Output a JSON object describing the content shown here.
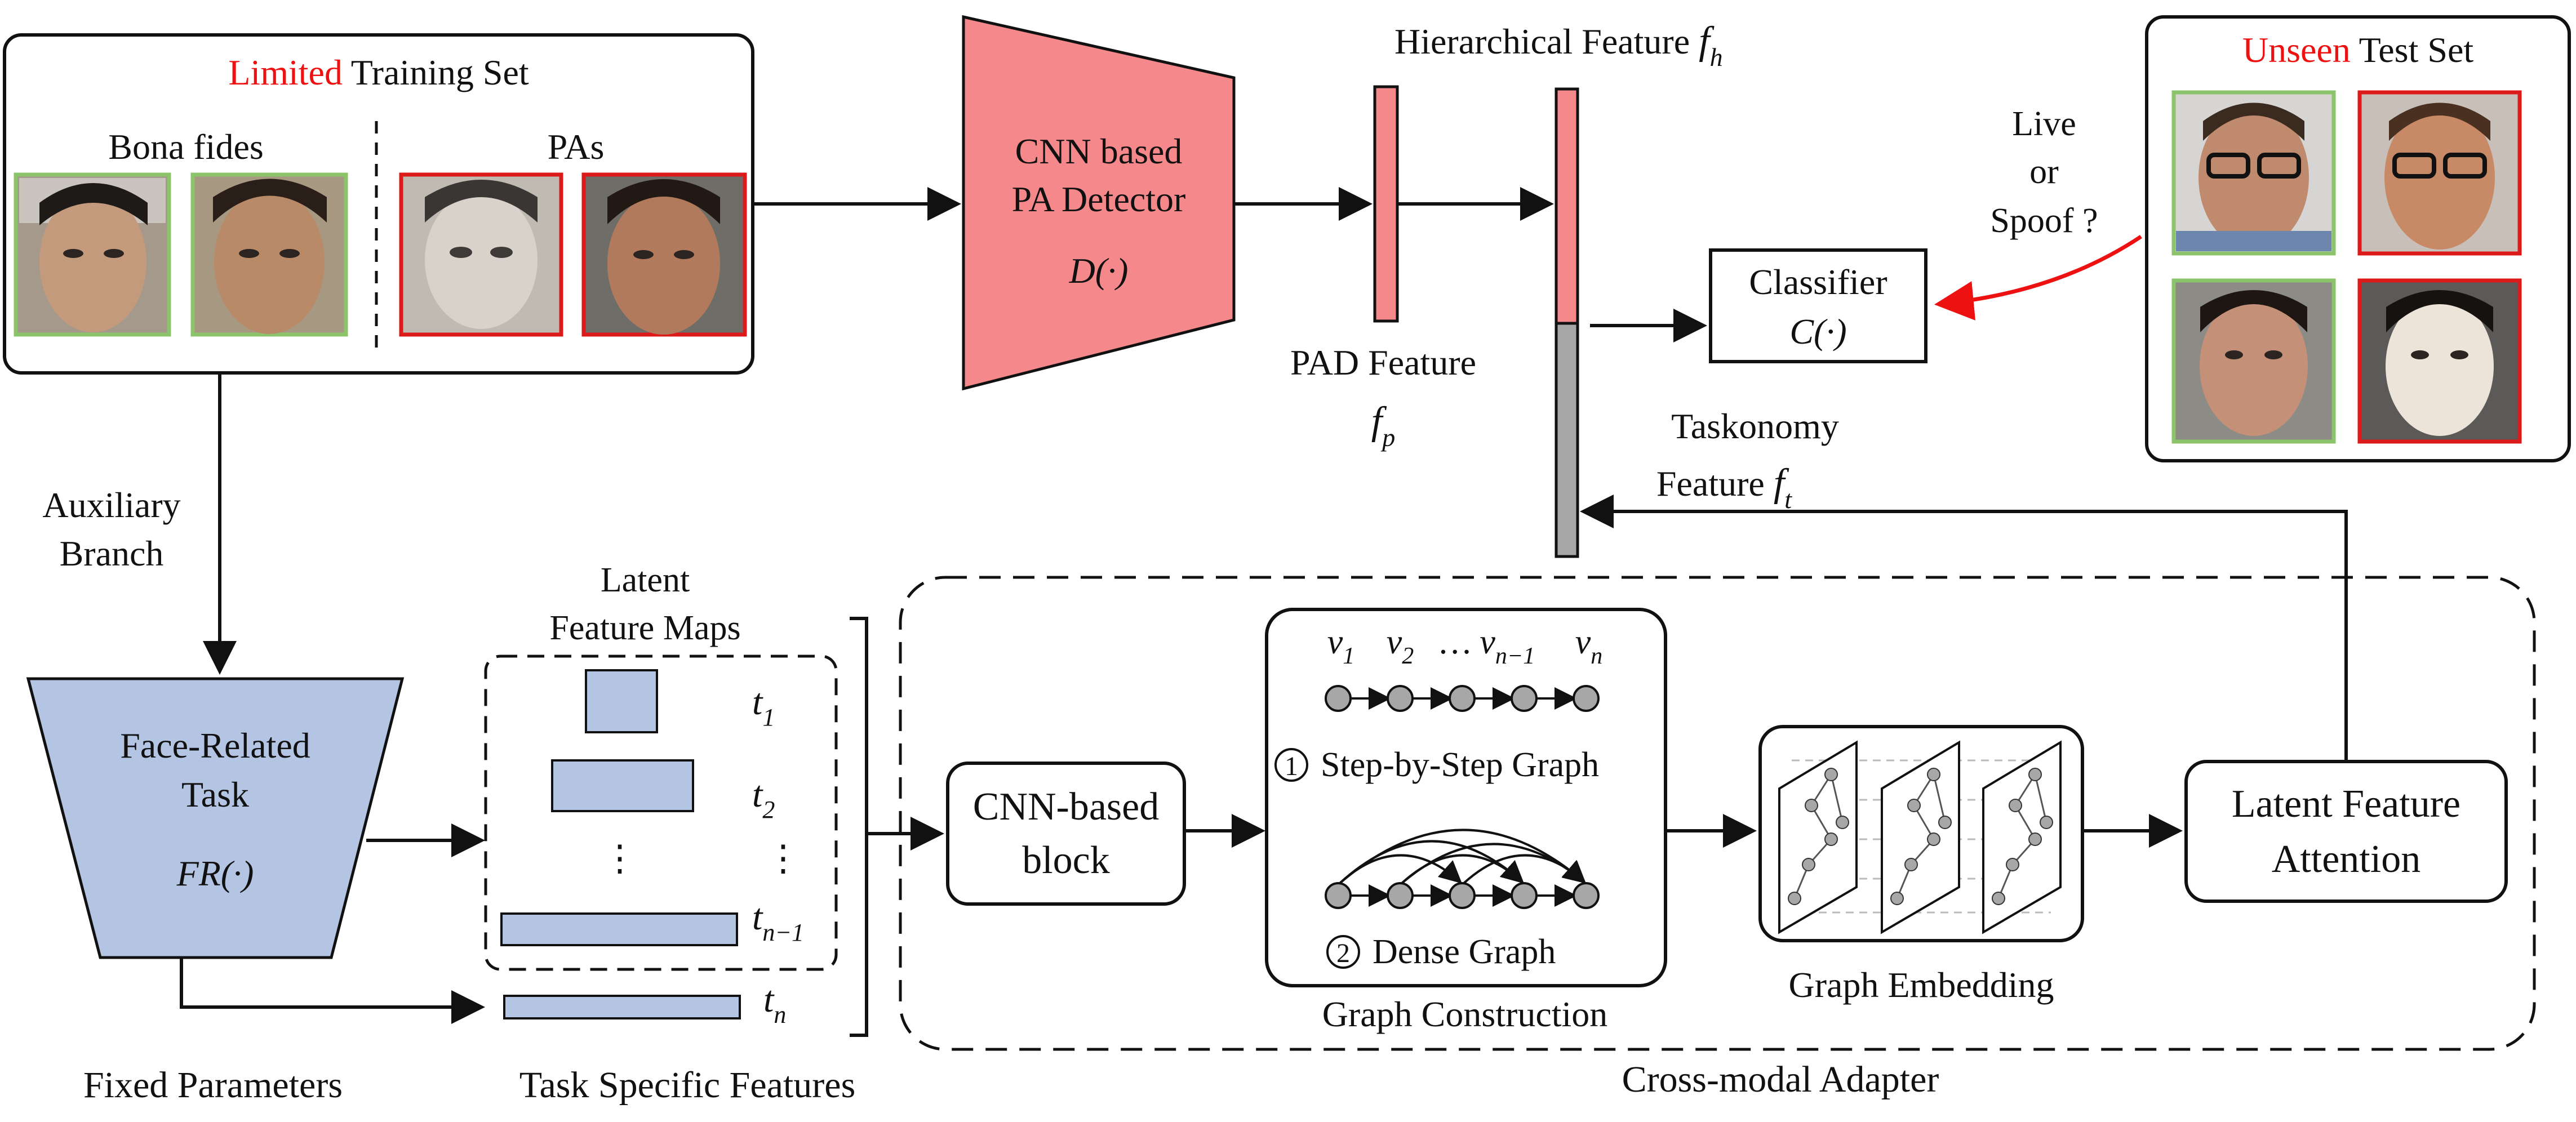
{
  "colors": {
    "pad_red": "#f4888b",
    "task_blue": "#b4c5e4",
    "feature_gray": "#a7a7a7",
    "highlight_red": "#ee1111",
    "bona_fide_border": "#8cc46c",
    "pa_border": "#dd1a1a"
  },
  "training_set": {
    "title_highlight": "Limited",
    "title_rest": " Training Set",
    "bona_fides_label": "Bona fides",
    "pas_label": "PAs"
  },
  "test_set": {
    "title_highlight": "Unseen",
    "title_rest": " Test Set"
  },
  "pa_detector": {
    "line1": "CNN based",
    "line2": "PA Detector",
    "formula": "D(·)"
  },
  "hierarchical_feature": {
    "label": "Hierarchical Feature ",
    "symbol": "f",
    "subscript": "h"
  },
  "pad_feature": {
    "label": "PAD Feature",
    "symbol": "f",
    "subscript": "p"
  },
  "taskonomy_feature": {
    "line1": "Taskonomy",
    "line2": "Feature ",
    "symbol": "f",
    "subscript": "t"
  },
  "classifier": {
    "label": "Classifier",
    "formula": "C(·)"
  },
  "live_or_spoof": {
    "line1": "Live",
    "line2": "or",
    "line3": "Spoof ?"
  },
  "auxiliary_branch": {
    "line1": "Auxiliary",
    "line2": "Branch"
  },
  "face_task": {
    "line1": "Face-Related",
    "line2": "Task",
    "formula": "FR(·)"
  },
  "fixed_parameters": "Fixed Parameters",
  "latent_maps": {
    "line1": "Latent",
    "line2": "Feature Maps"
  },
  "task_labels": [
    {
      "main": "t",
      "sub": "1"
    },
    {
      "main": "t",
      "sub": "2"
    },
    {
      "main": "⋮",
      "sub": ""
    },
    {
      "main": "t",
      "sub": "n−1"
    },
    {
      "main": "t",
      "sub": "n"
    }
  ],
  "vdots": "⋮",
  "task_specific_features": "Task Specific Features",
  "cnn_block": {
    "line1": "CNN-based",
    "line2": "block"
  },
  "graph_nodes": [
    {
      "main": "v",
      "sub": "1"
    },
    {
      "main": "v",
      "sub": "2"
    },
    {
      "main": "… v",
      "sub": "n−1"
    },
    {
      "main": "v",
      "sub": "n"
    }
  ],
  "step_graph": {
    "number": "1",
    "label": "Step-by-Step Graph"
  },
  "dense_graph": {
    "number": "2",
    "label": "Dense Graph"
  },
  "graph_construction": "Graph Construction",
  "graph_embedding": "Graph Embedding",
  "latent_attention": {
    "line1": "Latent Feature",
    "line2": "Attention"
  },
  "cross_modal_adapter": "Cross-modal Adapter"
}
